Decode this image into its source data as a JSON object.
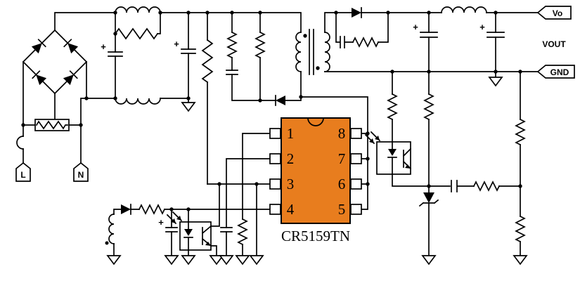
{
  "ic": {
    "part_number": "CR5159TN",
    "pins_left": [
      "1",
      "2",
      "3",
      "4"
    ],
    "pins_right": [
      "8",
      "7",
      "6",
      "5"
    ]
  },
  "terminals": {
    "output_voltage": "Vo",
    "output_label": "VOUT",
    "ground": "GND",
    "line": "L",
    "neutral": "N"
  },
  "symbols": {
    "plus": "+"
  },
  "colors": {
    "ic_fill": "#e87d1e",
    "wire": "#000000"
  }
}
